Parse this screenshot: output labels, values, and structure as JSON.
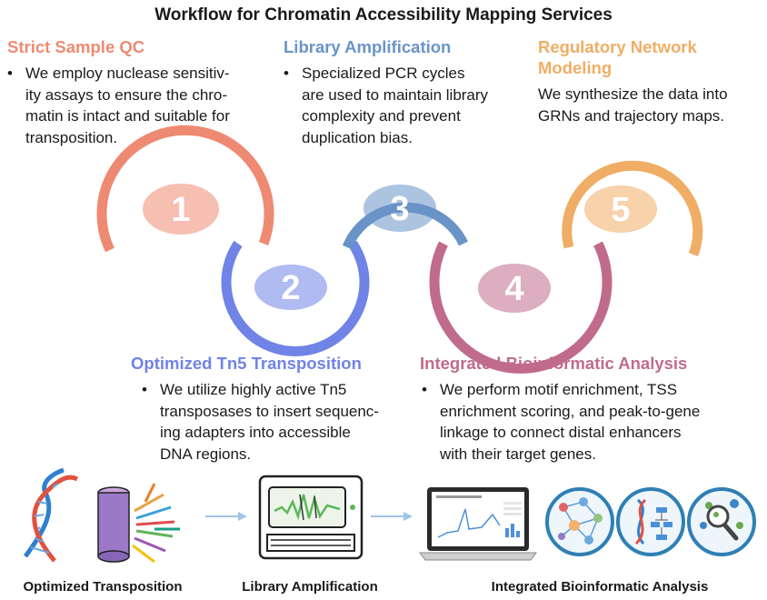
{
  "title": "Workflow for Chromatin Accessibility Mapping Services",
  "colors": {
    "step1": "#ee8a72",
    "step2": "#7083e6",
    "step3": "#6a93c8",
    "step4": "#c06b8c",
    "step5": "#f0ad66"
  },
  "steps": [
    {
      "number": "1",
      "title": "Strict Sample QC",
      "bullet": "•",
      "body": "We employ nuclease sensitiv-\nity assays to ensure the chro-\nmatin is intact and suitable for\ntransposition."
    },
    {
      "number": "2",
      "title": "Optimized Tn5 Transposition",
      "bullet": "•",
      "body": "We utilize highly active Tn5\ntransposases to insert sequenc-\ning adapters into accessible\nDNA regions."
    },
    {
      "number": "3",
      "title": "Library Amplification",
      "bullet": "•",
      "body": "Specialized PCR cycles\nare used to maintain library\ncomplexity and prevent\nduplication bias."
    },
    {
      "number": "4",
      "title": "Integrated Bioinformatic Analysis",
      "bullet": "•",
      "body": "We perform motif enrichment, TSS\nenrichment scoring, and peak-to-gene\nlinkage to connect distal enhancers\nwith their target genes."
    },
    {
      "number": "5",
      "title": "Regulatory Network Modeling",
      "title_lines": [
        "Regulatory Network",
        "Modeling"
      ],
      "bullet": "",
      "body": "We synthesize the data into\nGRNs and trajectory maps."
    }
  ],
  "bottom_labels": {
    "transposition": "Optimized Transposition",
    "amplification": "Library Amplification",
    "analysis": "Integrated Bioinformatic Analysis"
  },
  "icons": {
    "dna_transposition": "dna-helix-with-tube-icon",
    "arrow": "light-blue-arrow-icon",
    "pcr_machine": "pcr-machine-icon",
    "laptop": "laptop-chart-icon",
    "network": "network-graph-icon",
    "dna_tree": "dna-tree-icon",
    "magnifier": "magnifier-cells-icon"
  }
}
